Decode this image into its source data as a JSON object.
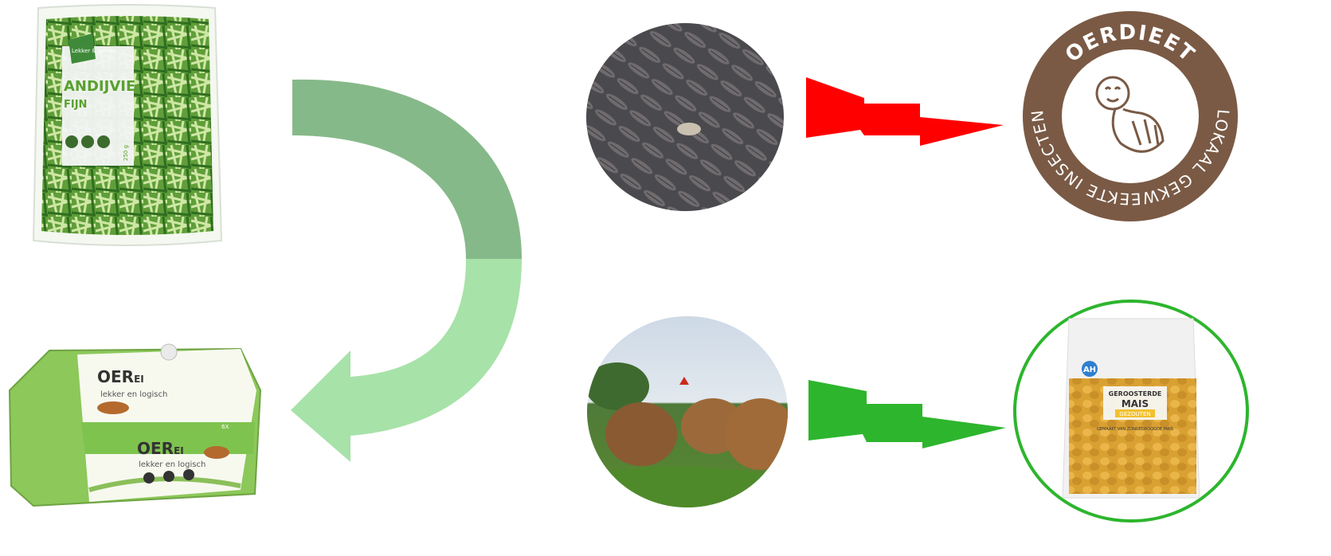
{
  "products": {
    "andijvie": {
      "brand": "Lekker & Lovely",
      "name": "ANDIJVIE",
      "variant": "FIJN",
      "weight": "250 g"
    },
    "eggs": {
      "brand_main": "OER",
      "brand_suffix": "EI",
      "tagline": "lekker en logisch",
      "count": "6X"
    },
    "oerdieet_logo": {
      "top_text": "OERDIEET",
      "bottom_text": "LOKAAL GEKWEEKTE INSECTEN"
    },
    "mais": {
      "brand": "AH",
      "name_line1": "GEROOSTERDE",
      "name_line2": "MAIS",
      "flavor": "GEZOUTEN",
      "subline": "GEMAAKT VAN ZONGEDROOGDE MAIS"
    }
  },
  "colors": {
    "arrow_dark": "#86b989",
    "arrow_light": "#a7e2a9",
    "bolt_red": "#ff0000",
    "bolt_green": "#2db52d",
    "logo_brown": "#7a5a45",
    "highlight_ring": "#2db52d"
  },
  "icons": {
    "larvae": "insect-larvae-photo",
    "chickens": "chickens-photo",
    "arrow": "curved-arrow",
    "red_bolt": "red-lightning-arrow",
    "green_bolt": "green-lightning-arrow"
  }
}
